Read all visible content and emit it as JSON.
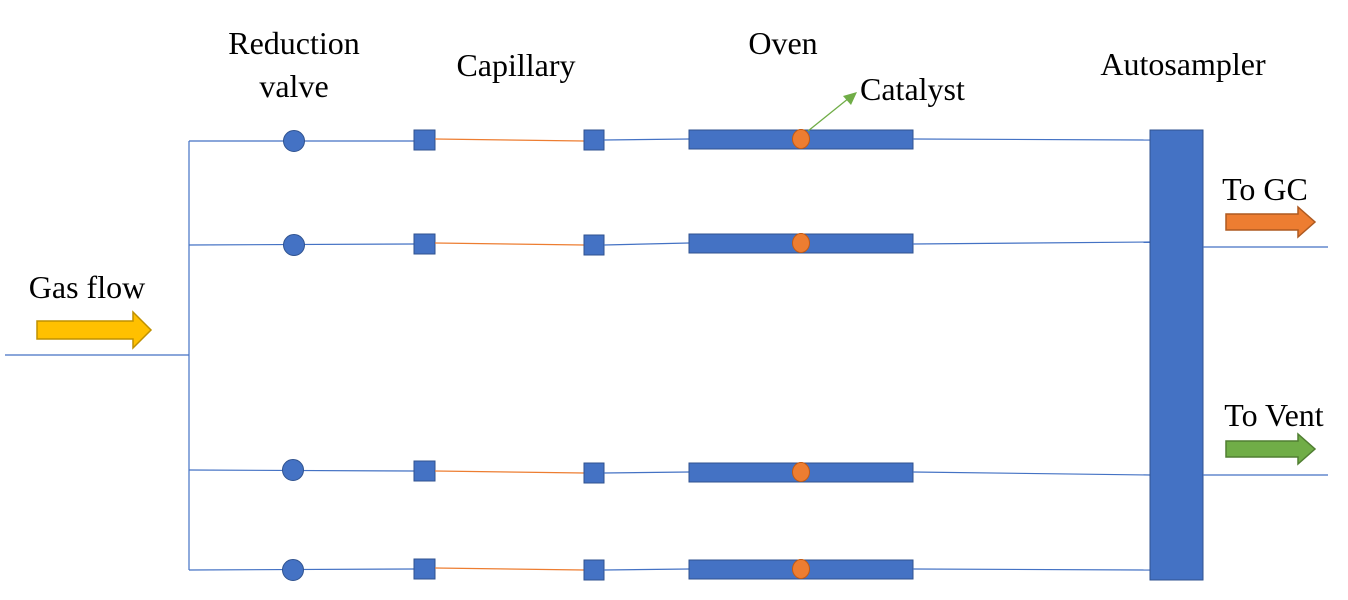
{
  "labels": {
    "reduction_valve_line1": "Reduction",
    "reduction_valve_line2": "valve",
    "capillary": "Capillary",
    "oven": "Oven",
    "catalyst": "Catalyst",
    "autosampler": "Autosampler",
    "gas_flow": "Gas flow",
    "to_gc": "To GC",
    "to_vent": "To Vent"
  },
  "colors": {
    "line_blue": "#4472C4",
    "capillary_orange": "#ED7D31",
    "catalyst_orange": "#ED7D31",
    "component_blue": "#4472C4",
    "gas_flow_arrow": "#FFC000",
    "to_gc_arrow": "#ED7D31",
    "to_vent_arrow": "#70AD47",
    "catalyst_pointer": "#70AD47"
  },
  "reactor_channels": 4
}
